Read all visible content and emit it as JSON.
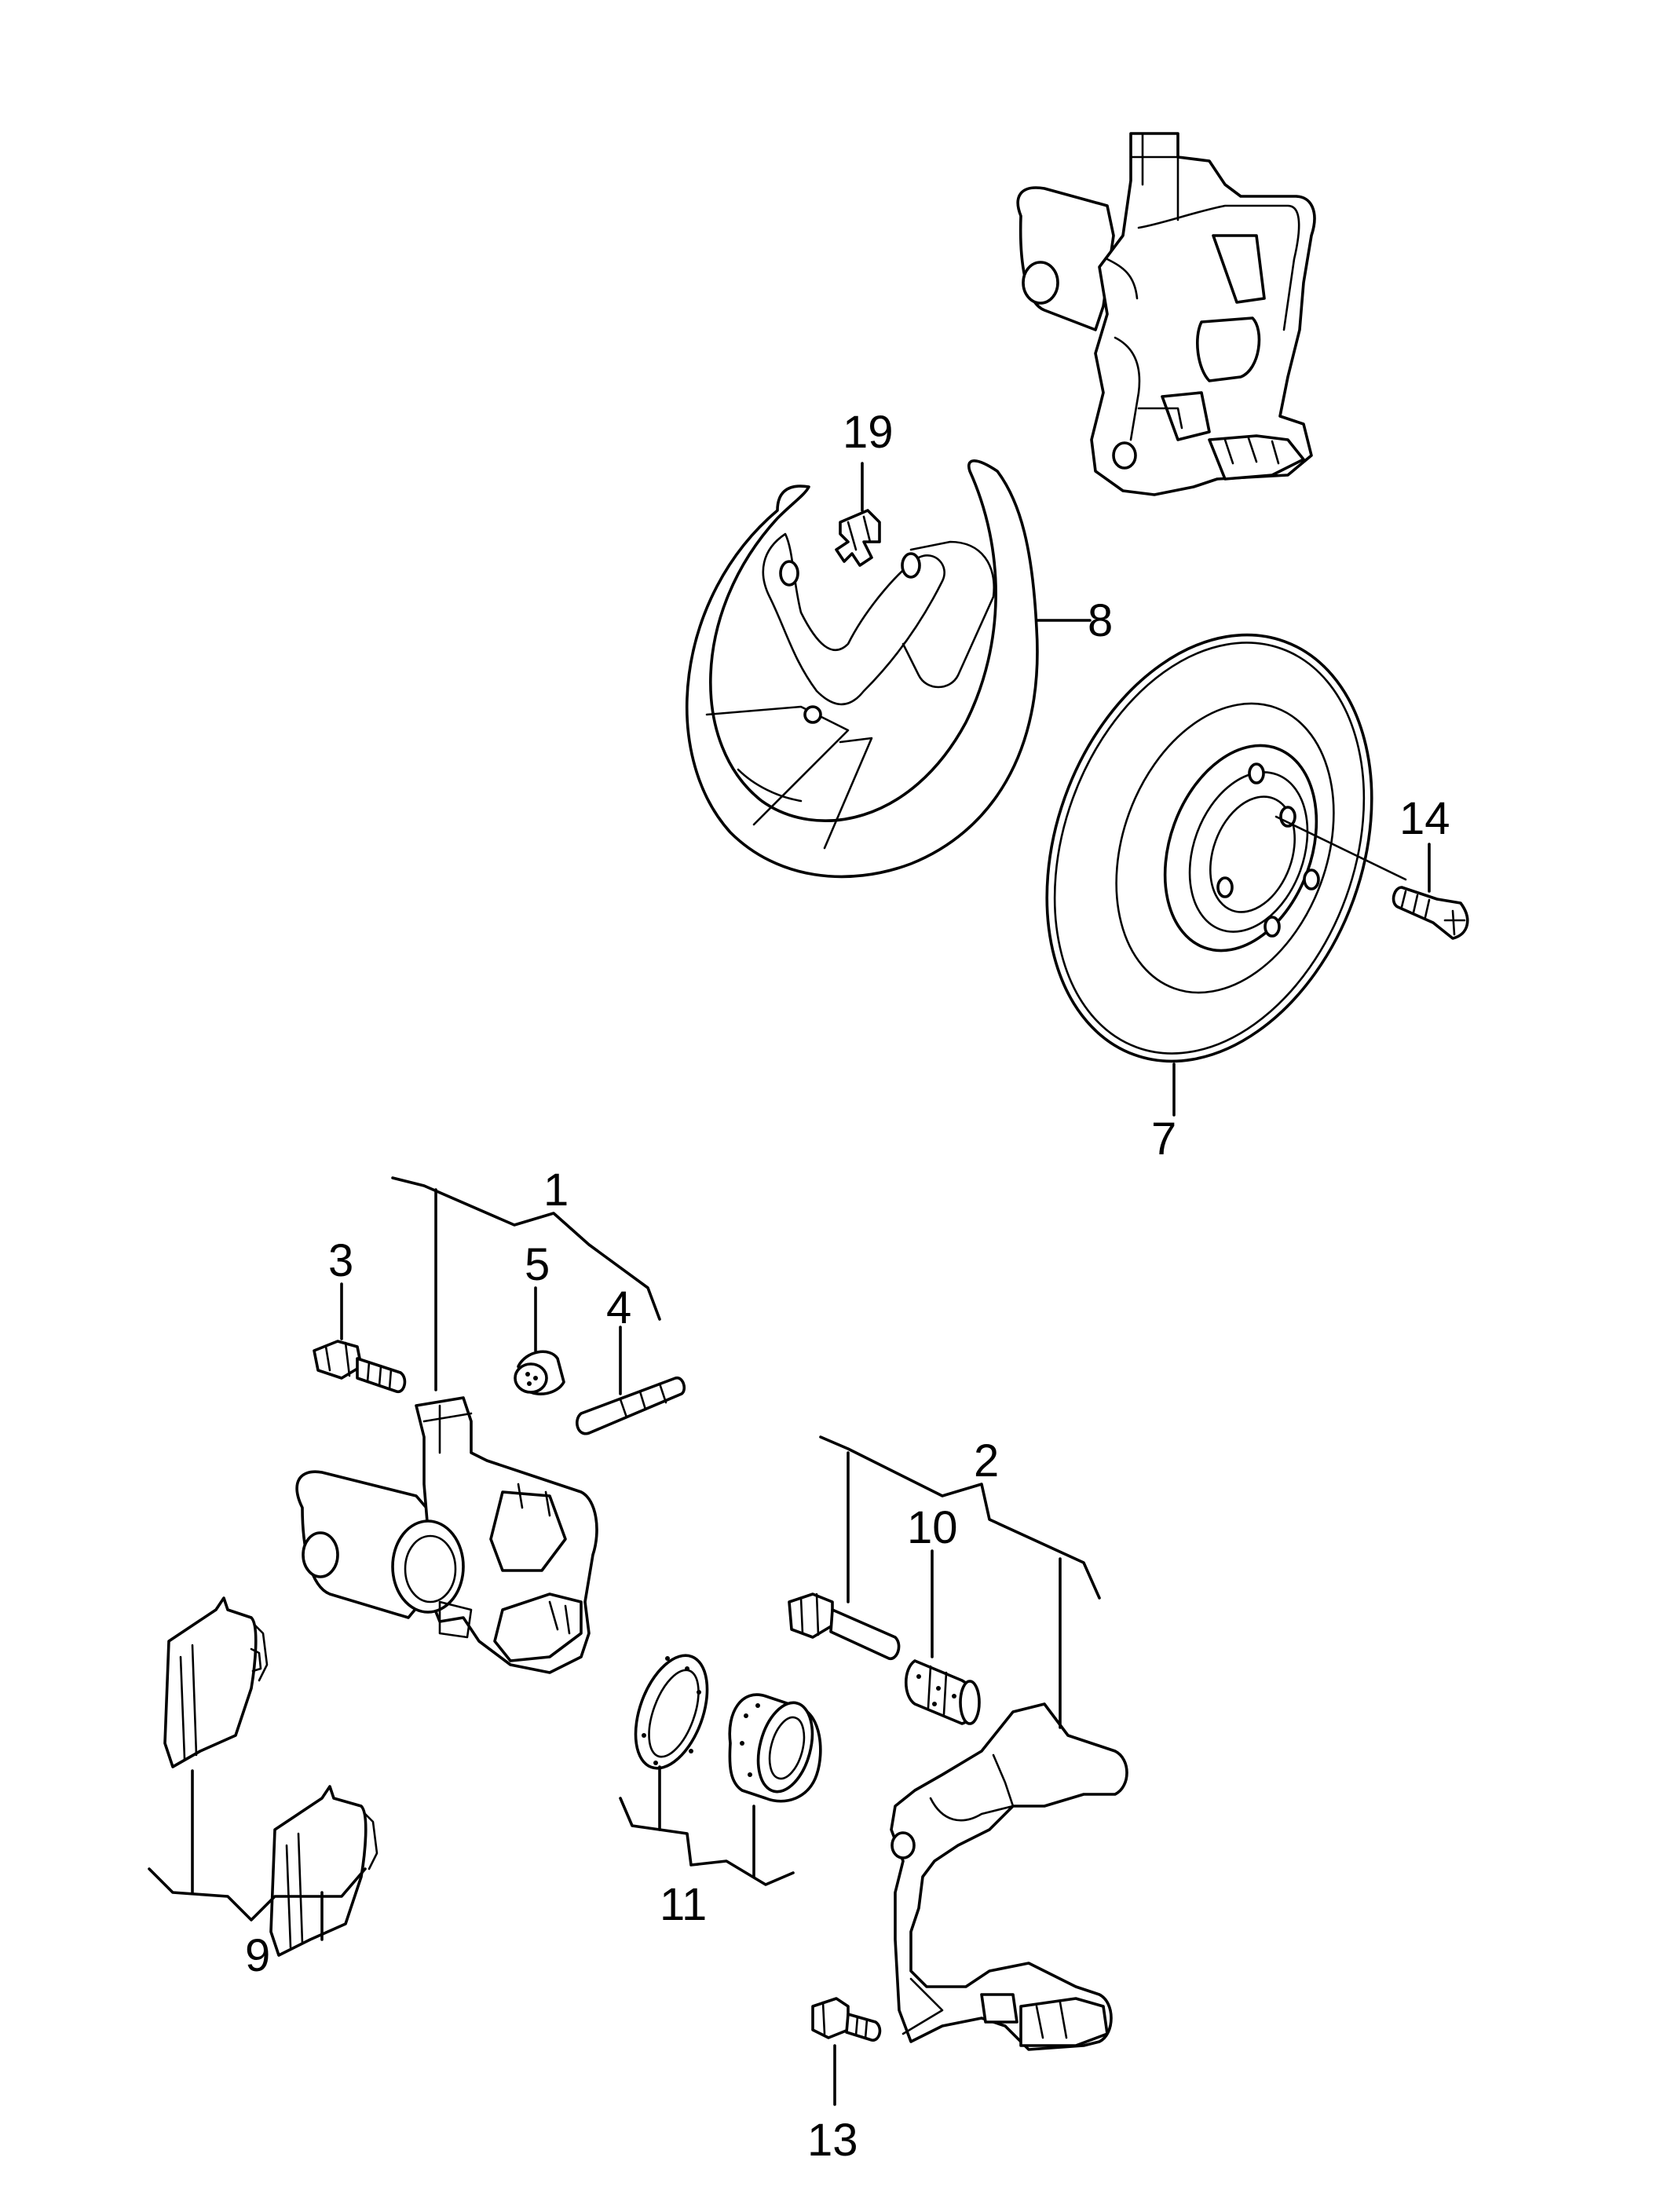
{
  "callouts": {
    "c1": "1",
    "c2": "2",
    "c3": "3",
    "c4": "4",
    "c5": "5",
    "c7": "7",
    "c8": "8",
    "c9": "9",
    "c10": "10",
    "c11": "11",
    "c13": "13",
    "c14": "14",
    "c19": "19"
  }
}
